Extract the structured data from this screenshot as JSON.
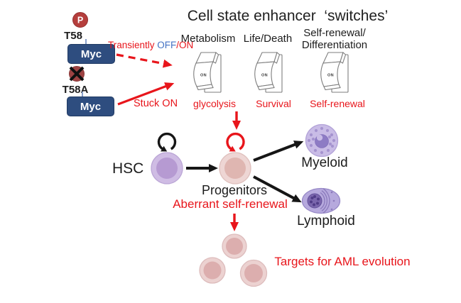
{
  "title": "Cell state enhancer  ‘switches’",
  "colors": {
    "accent_red": "#e8151b",
    "accent_blue": "#4472c4",
    "myc_navy": "#2e4d7f",
    "phospho_red": "#b53e3c",
    "hsc_purple": "#b69ad2",
    "progenitor_pink": "#dfb6b1",
    "myeloid_purple": "#c9bce6",
    "lymphoid_purple": "#b6a9dd"
  },
  "myc_wildtype": {
    "modification": "P",
    "residue": "T58",
    "protein": "Myc",
    "label_part1": "Transiently ",
    "label_part2": "OFF",
    "label_part3": "/ON"
  },
  "myc_mutant": {
    "residue": "T58A",
    "protein": "Myc",
    "label": "Stuck ON"
  },
  "switches": [
    {
      "domain": "Metabolism",
      "state": "ON",
      "output": "glycolysis"
    },
    {
      "domain": "Life/Death",
      "state": "ON",
      "output": "Survival"
    },
    {
      "domain": "Self-renewal/\nDifferentiation",
      "state": "ON",
      "output": "Self-renewal"
    }
  ],
  "lineage": {
    "hsc": "HSC",
    "progenitors": "Progenitors",
    "aberrant": "Aberrant self-renewal",
    "myeloid": "Myeloid",
    "lymphoid": "Lymphoid",
    "targets": "Targets for AML evolution"
  }
}
